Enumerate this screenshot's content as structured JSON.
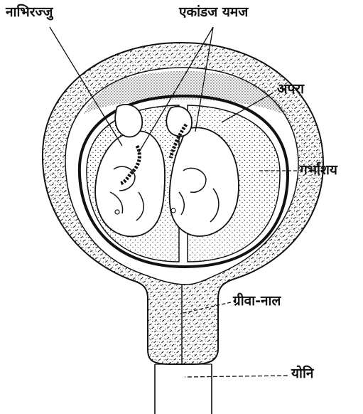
{
  "labels": {
    "umbilical_cord": "नाभिरज्जु",
    "identical_twins": "एकांडज यमज",
    "placenta": "अपरा",
    "uterus": "गर्भाशय",
    "cervical_canal": "ग्रीवा-नाल",
    "vagina": "योनि"
  },
  "colors": {
    "ink": "#111111",
    "background": "#ffffff",
    "stipple": "#2a2a2a"
  }
}
